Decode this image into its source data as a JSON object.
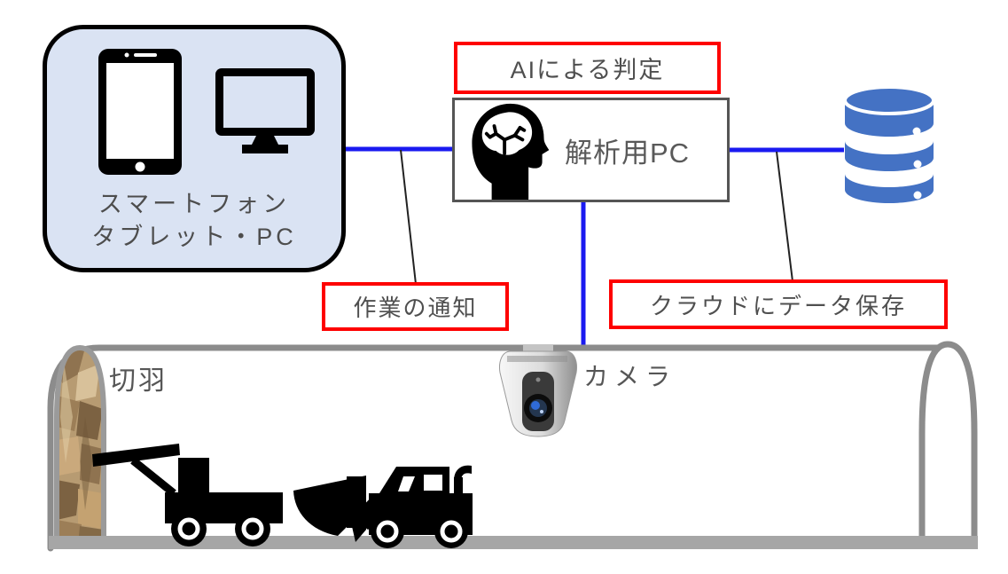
{
  "diagram": {
    "devices_box": {
      "lines": [
        "スマートフォン",
        "タブレット・PC"
      ]
    },
    "ai_judgement_label": "AIによる判定",
    "analysis_pc_label": "解析用PC",
    "work_notification_label": "作業の通知",
    "cloud_save_label": "クラウドにデータ保存",
    "tunnel": {
      "face_label": "切羽",
      "camera_label": "カメラ"
    },
    "icons": {
      "tablet-icon": "tablet device",
      "monitor-icon": "desktop monitor",
      "brain-head-icon": "human head with brain (AI)",
      "database-icon": "database cylinder",
      "camera-icon": "surveillance PTZ camera",
      "rock-face-icon": "tunnel cutting face rock",
      "drill-jumbo-icon": "drilling machine truck",
      "wheel-loader-icon": "wheel loader"
    },
    "colors": {
      "connector_blue": "#1a1af0",
      "highlight_red": "#fe0000",
      "database_blue": "#4472c4",
      "devices_box_fill": "#dae3f3",
      "tunnel_gray": "#8c8c8c",
      "floor_gray": "#a6a6a6",
      "label_text_gray": "#595959"
    }
  }
}
